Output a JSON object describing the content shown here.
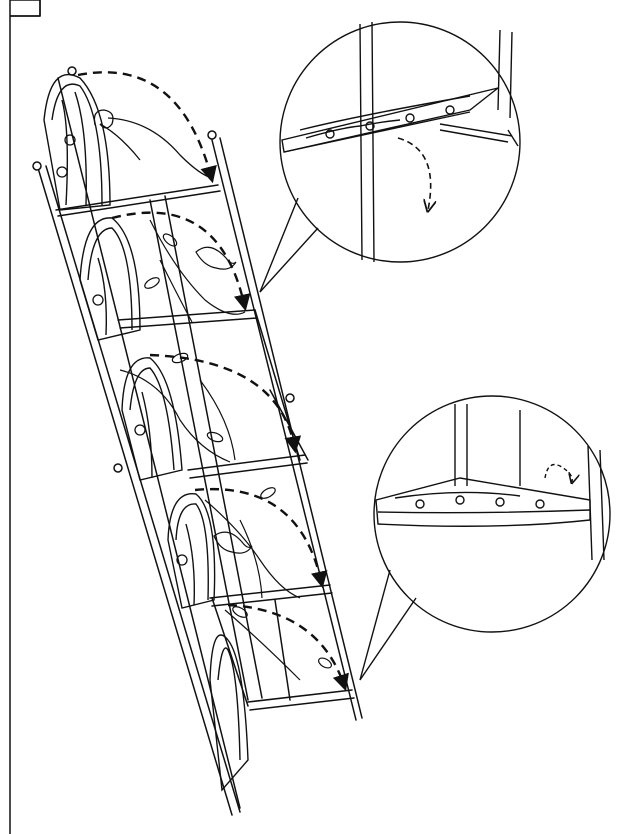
{
  "diagram": {
    "step_label": "",
    "stroke_color": "#111111",
    "background_color": "#ffffff",
    "panels": [
      {
        "id": "panel-1",
        "arrow": "dashed",
        "motif": "arch-scroll"
      },
      {
        "id": "panel-2",
        "arrow": "dashed",
        "motif": "bird-branch"
      },
      {
        "id": "panel-3",
        "arrow": "dashed",
        "motif": "leaf-branch"
      },
      {
        "id": "panel-4",
        "arrow": "dashed",
        "motif": "bird-branch"
      },
      {
        "id": "panel-5",
        "arrow": "dashed",
        "motif": "leaf-branch"
      }
    ],
    "callouts": [
      {
        "id": "zoom-top",
        "depicts": "shelf-hook-detail",
        "arrow": "dashed-curved-down"
      },
      {
        "id": "zoom-bottom",
        "depicts": "shelf-corner-detail",
        "arrow": "dashed-curved-small"
      }
    ]
  }
}
